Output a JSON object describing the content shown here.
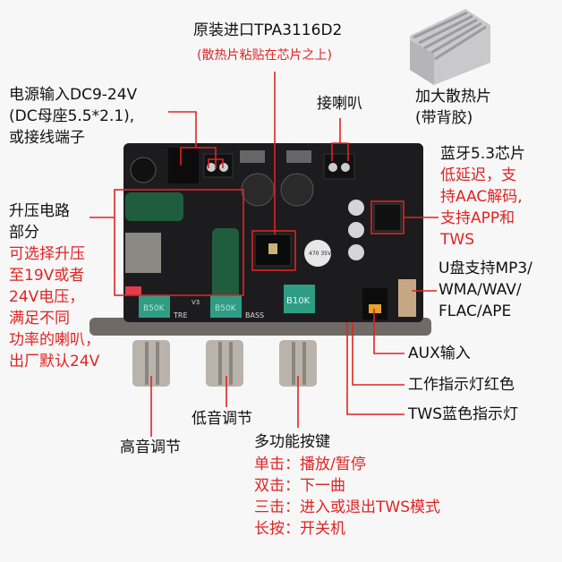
{
  "colors": {
    "annotation_red": "#e02424",
    "text": "#111111",
    "board": "#1a1a1a",
    "background": "#f7f7f7"
  },
  "chip": {
    "title": "原装进口TPA3116D2",
    "note": "(散热片粘贴在芯片之上)"
  },
  "power": {
    "lines": [
      "电源输入DC9-24V",
      "(DC母座5.5*2.1),",
      "或接线端子"
    ]
  },
  "speaker": {
    "label": "接喇叭"
  },
  "heatsink": {
    "lines": [
      "加大散热片",
      "(带背胶)"
    ]
  },
  "bluetooth": {
    "title": "蓝牙5.3芯片",
    "notes": [
      "低延迟，支",
      "持AAC解码,",
      "支持APP和",
      "TWS"
    ]
  },
  "boost": {
    "title": [
      "升压电路",
      "部分"
    ],
    "notes": [
      "可选择升压",
      "至19V或者",
      "24V电压，",
      "满足不同",
      "功率的喇叭，",
      "出厂默认24V"
    ]
  },
  "usb": {
    "lines": [
      "U盘支持MP3/",
      "WMA/WAV/",
      "FLAC/APE"
    ]
  },
  "aux": {
    "label": "AUX输入"
  },
  "work_led": {
    "label": "工作指示灯红色"
  },
  "tws_led": {
    "label": "TWS蓝色指示灯"
  },
  "bass": {
    "label": "低音调节"
  },
  "treble": {
    "label": "高音调节"
  },
  "multi": {
    "title": "多功能按键",
    "actions": [
      "单击：播放/暂停",
      "双击：下一曲",
      "三击：进入或退出TWS模式",
      "长按：开关机"
    ]
  },
  "board_marks": {
    "pot1": "B50K",
    "pot2": "B50K",
    "pot3": "B10K",
    "tre": "TRE",
    "bass": "BASS",
    "v3": "V3",
    "cap": "470 35V"
  }
}
